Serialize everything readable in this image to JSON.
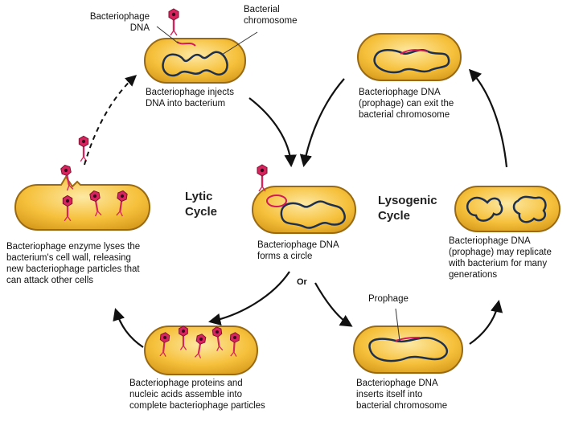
{
  "diagram": {
    "cycle_titles": {
      "lytic": "Lytic\nCycle",
      "lysogenic": "Lysogenic\nCycle"
    },
    "callouts": {
      "phage_dna": "Bacteriophage\nDNA",
      "bacterial_chromosome": "Bacterial\nchromosome",
      "prophage": "Prophage"
    },
    "steps": {
      "inject": "Bacteriophage injects\nDNA into bacterium",
      "exit": "Bacteriophage DNA\n(prophage) can exit the\nbacterial chromosome",
      "circle": "Bacteriophage DNA\nforms a circle",
      "lyse": "Bacteriophage enzyme lyses the\nbacterium's cell wall, releasing\nnew bacteriophage particles that\ncan attack other cells",
      "replicate": "Bacteriophage DNA\n(prophage) may replicate\nwith bacterium for many\ngenerations",
      "assemble": "Bacteriophage proteins and\nnucleic acids assemble into\ncomplete bacteriophage particles",
      "insert": "Bacteriophage DNA\ninserts itself into\nbacterial chromosome"
    },
    "branch_label": "Or",
    "colors": {
      "cell_fill": "#f6c13c",
      "cell_edge": "#9a6a12",
      "chromosome": "#1d3050",
      "phage_dna": "#d4195a",
      "phage_head": "#d8245e",
      "arrow": "#111111"
    }
  }
}
